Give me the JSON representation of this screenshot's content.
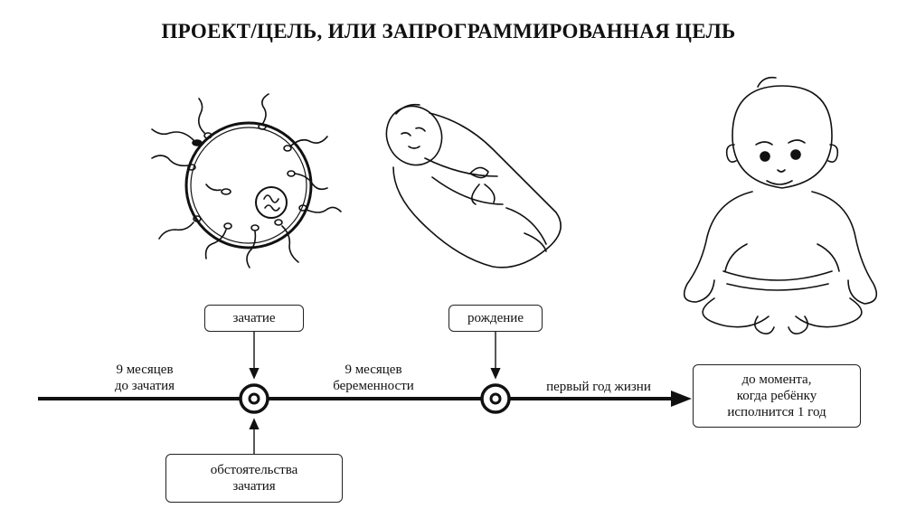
{
  "title": "ПРОЕКТ/ЦЕЛЬ, ИЛИ ЗАПРОГРАММИРОВАННАЯ ЦЕЛЬ",
  "labels": {
    "conception": "зачатие",
    "birth": "рождение",
    "before_conception_1": "9 месяцев",
    "before_conception_2": "до зачатия",
    "pregnancy_1": "9 месяцев",
    "pregnancy_2": "беременности",
    "first_year": "первый год жизни",
    "circumstances_1": "обстоятельства",
    "circumstances_2": "зачатия",
    "until_1": "до момента,",
    "until_2": "когда ребёнку",
    "until_3": "исполнится  1 год"
  },
  "illustrations": {
    "left": "egg-cell-with-sperm-icon",
    "middle": "swaddled-newborn-icon",
    "right": "sitting-baby-icon"
  }
}
